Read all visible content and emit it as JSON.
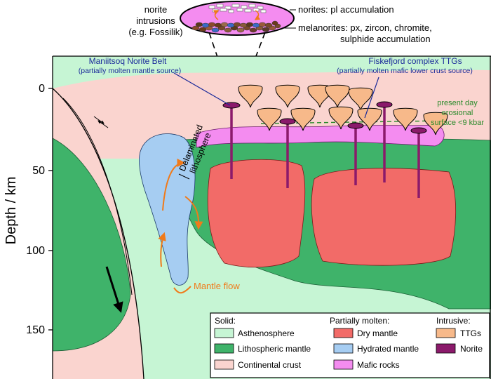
{
  "inset": {
    "title_line1": "norite",
    "title_line2": "intrusions",
    "title_line3": "(e.g. Fossilik)",
    "norites_label": "norites: pl accumulation",
    "melanorites_line1": "melanorites: px, zircon, chromite,",
    "melanorites_line2": "sulphide accumulation"
  },
  "labels": {
    "maniitsoq_title": "Maniitsoq Norite Belt",
    "maniitsoq_sub": "(partially molten mantle source)",
    "fiskefjord_title": "Fiskefjord complex TTGs",
    "fiskefjord_sub": "(partially molten mafic lower crust source)",
    "erosion_line1": "present day",
    "erosion_line2": "erosional",
    "erosion_line3": "surface <9 kbar",
    "delam_line1": "Delaminated",
    "delam_line2": "lithosphere",
    "mantle_flow": "Mantle flow"
  },
  "axis": {
    "ylabel": "Depth / km",
    "ticks": [
      {
        "value": 0,
        "label": "0"
      },
      {
        "value": 50,
        "label": "50"
      },
      {
        "value": 100,
        "label": "100"
      },
      {
        "value": 150,
        "label": "150"
      }
    ]
  },
  "legend": {
    "solid_heading": "Solid:",
    "partial_heading": "Partially molten:",
    "intrusive_heading": "Intrusive:",
    "asthenosphere": "Asthenosphere",
    "lithospheric_mantle": "Lithospheric mantle",
    "continental_crust": "Continental crust",
    "dry_mantle": "Dry mantle",
    "hydrated_mantle": "Hydrated mantle",
    "mafic_rocks": "Mafic rocks",
    "ttgs": "TTGs",
    "norite": "Norite"
  },
  "colors": {
    "asthenosphere": "#c6f5d4",
    "lithospheric_mantle": "#3fb36a",
    "continental_crust": "#fad4cf",
    "dry_mantle": "#f26b68",
    "hydrated_mantle": "#a6cdf2",
    "mafic_rocks": "#f48cf0",
    "ttgs": "#f7b98a",
    "norite": "#8b1a6b",
    "label_blue": "#1a2a9a",
    "flow_orange": "#f07a1a",
    "erosion_green": "#2a8a2a"
  }
}
